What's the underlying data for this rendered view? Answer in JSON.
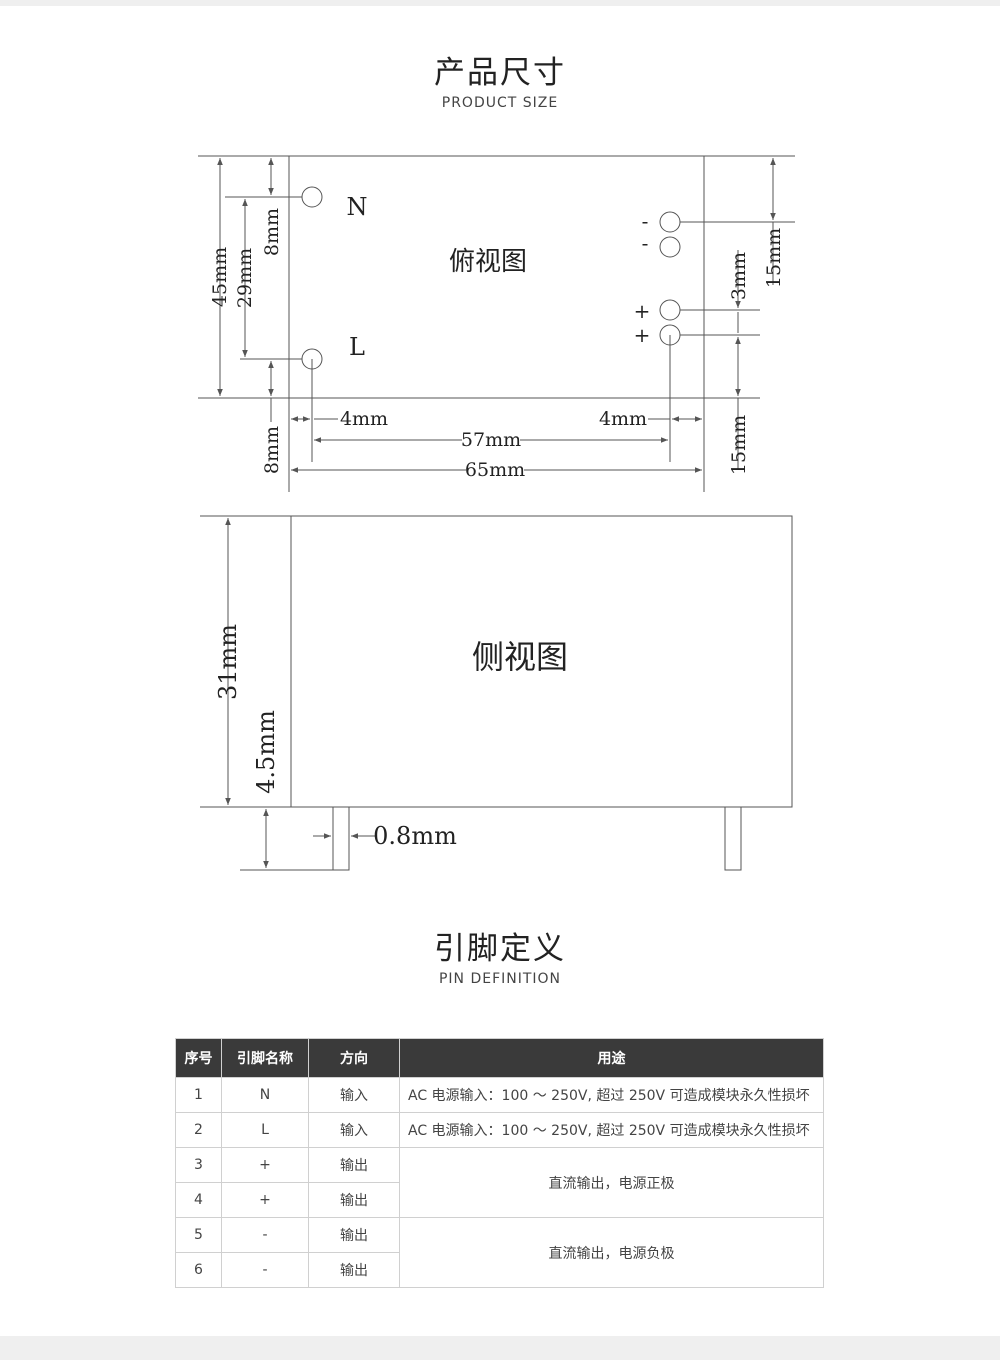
{
  "section_dimensions": {
    "title_cn": "产品尺寸",
    "title_en": "PRODUCT SIZE"
  },
  "top_view": {
    "label": "俯视图",
    "pin_n": "N",
    "pin_l": "L",
    "pin_minus": "-",
    "pin_plus": "+",
    "dims": {
      "height_45": "45mm",
      "spacing_29": "29mm",
      "offset_8_top": "8mm",
      "offset_8_bottom": "8mm",
      "offset_15_top": "15mm",
      "spacing_3": "3mm",
      "offset_15_bottom": "15mm",
      "margin_4_left": "4mm",
      "margin_4_right": "4mm",
      "pin_span_57": "57mm",
      "width_65": "65mm"
    }
  },
  "side_view": {
    "label": "侧视图",
    "dims": {
      "height_31": "31mm",
      "pin_length_4_5": "4.5mm",
      "pin_width_0_8": "0.8mm"
    }
  },
  "section_pins": {
    "title_cn": "引脚定义",
    "title_en": "PIN DEFINITION"
  },
  "pin_table": {
    "headers": [
      "序号",
      "引脚名称",
      "方向",
      "用途"
    ],
    "rows": [
      {
        "no": "1",
        "name": "N",
        "dir": "输入",
        "use": "AC 电源输入：100 ～ 250V, 超过 250V 可造成模块永久性损坏"
      },
      {
        "no": "2",
        "name": "L",
        "dir": "输入",
        "use": "AC 电源输入：100 ～ 250V, 超过 250V 可造成模块永久性损坏"
      },
      {
        "no": "3",
        "name": "+",
        "dir": "输出"
      },
      {
        "no": "4",
        "name": "+",
        "dir": "输出"
      },
      {
        "no": "5",
        "name": "-",
        "dir": "输出"
      },
      {
        "no": "6",
        "name": "-",
        "dir": "输出"
      }
    ],
    "use_group_positive": "直流输出，电源正极",
    "use_group_negative": "直流输出，电源负极"
  }
}
